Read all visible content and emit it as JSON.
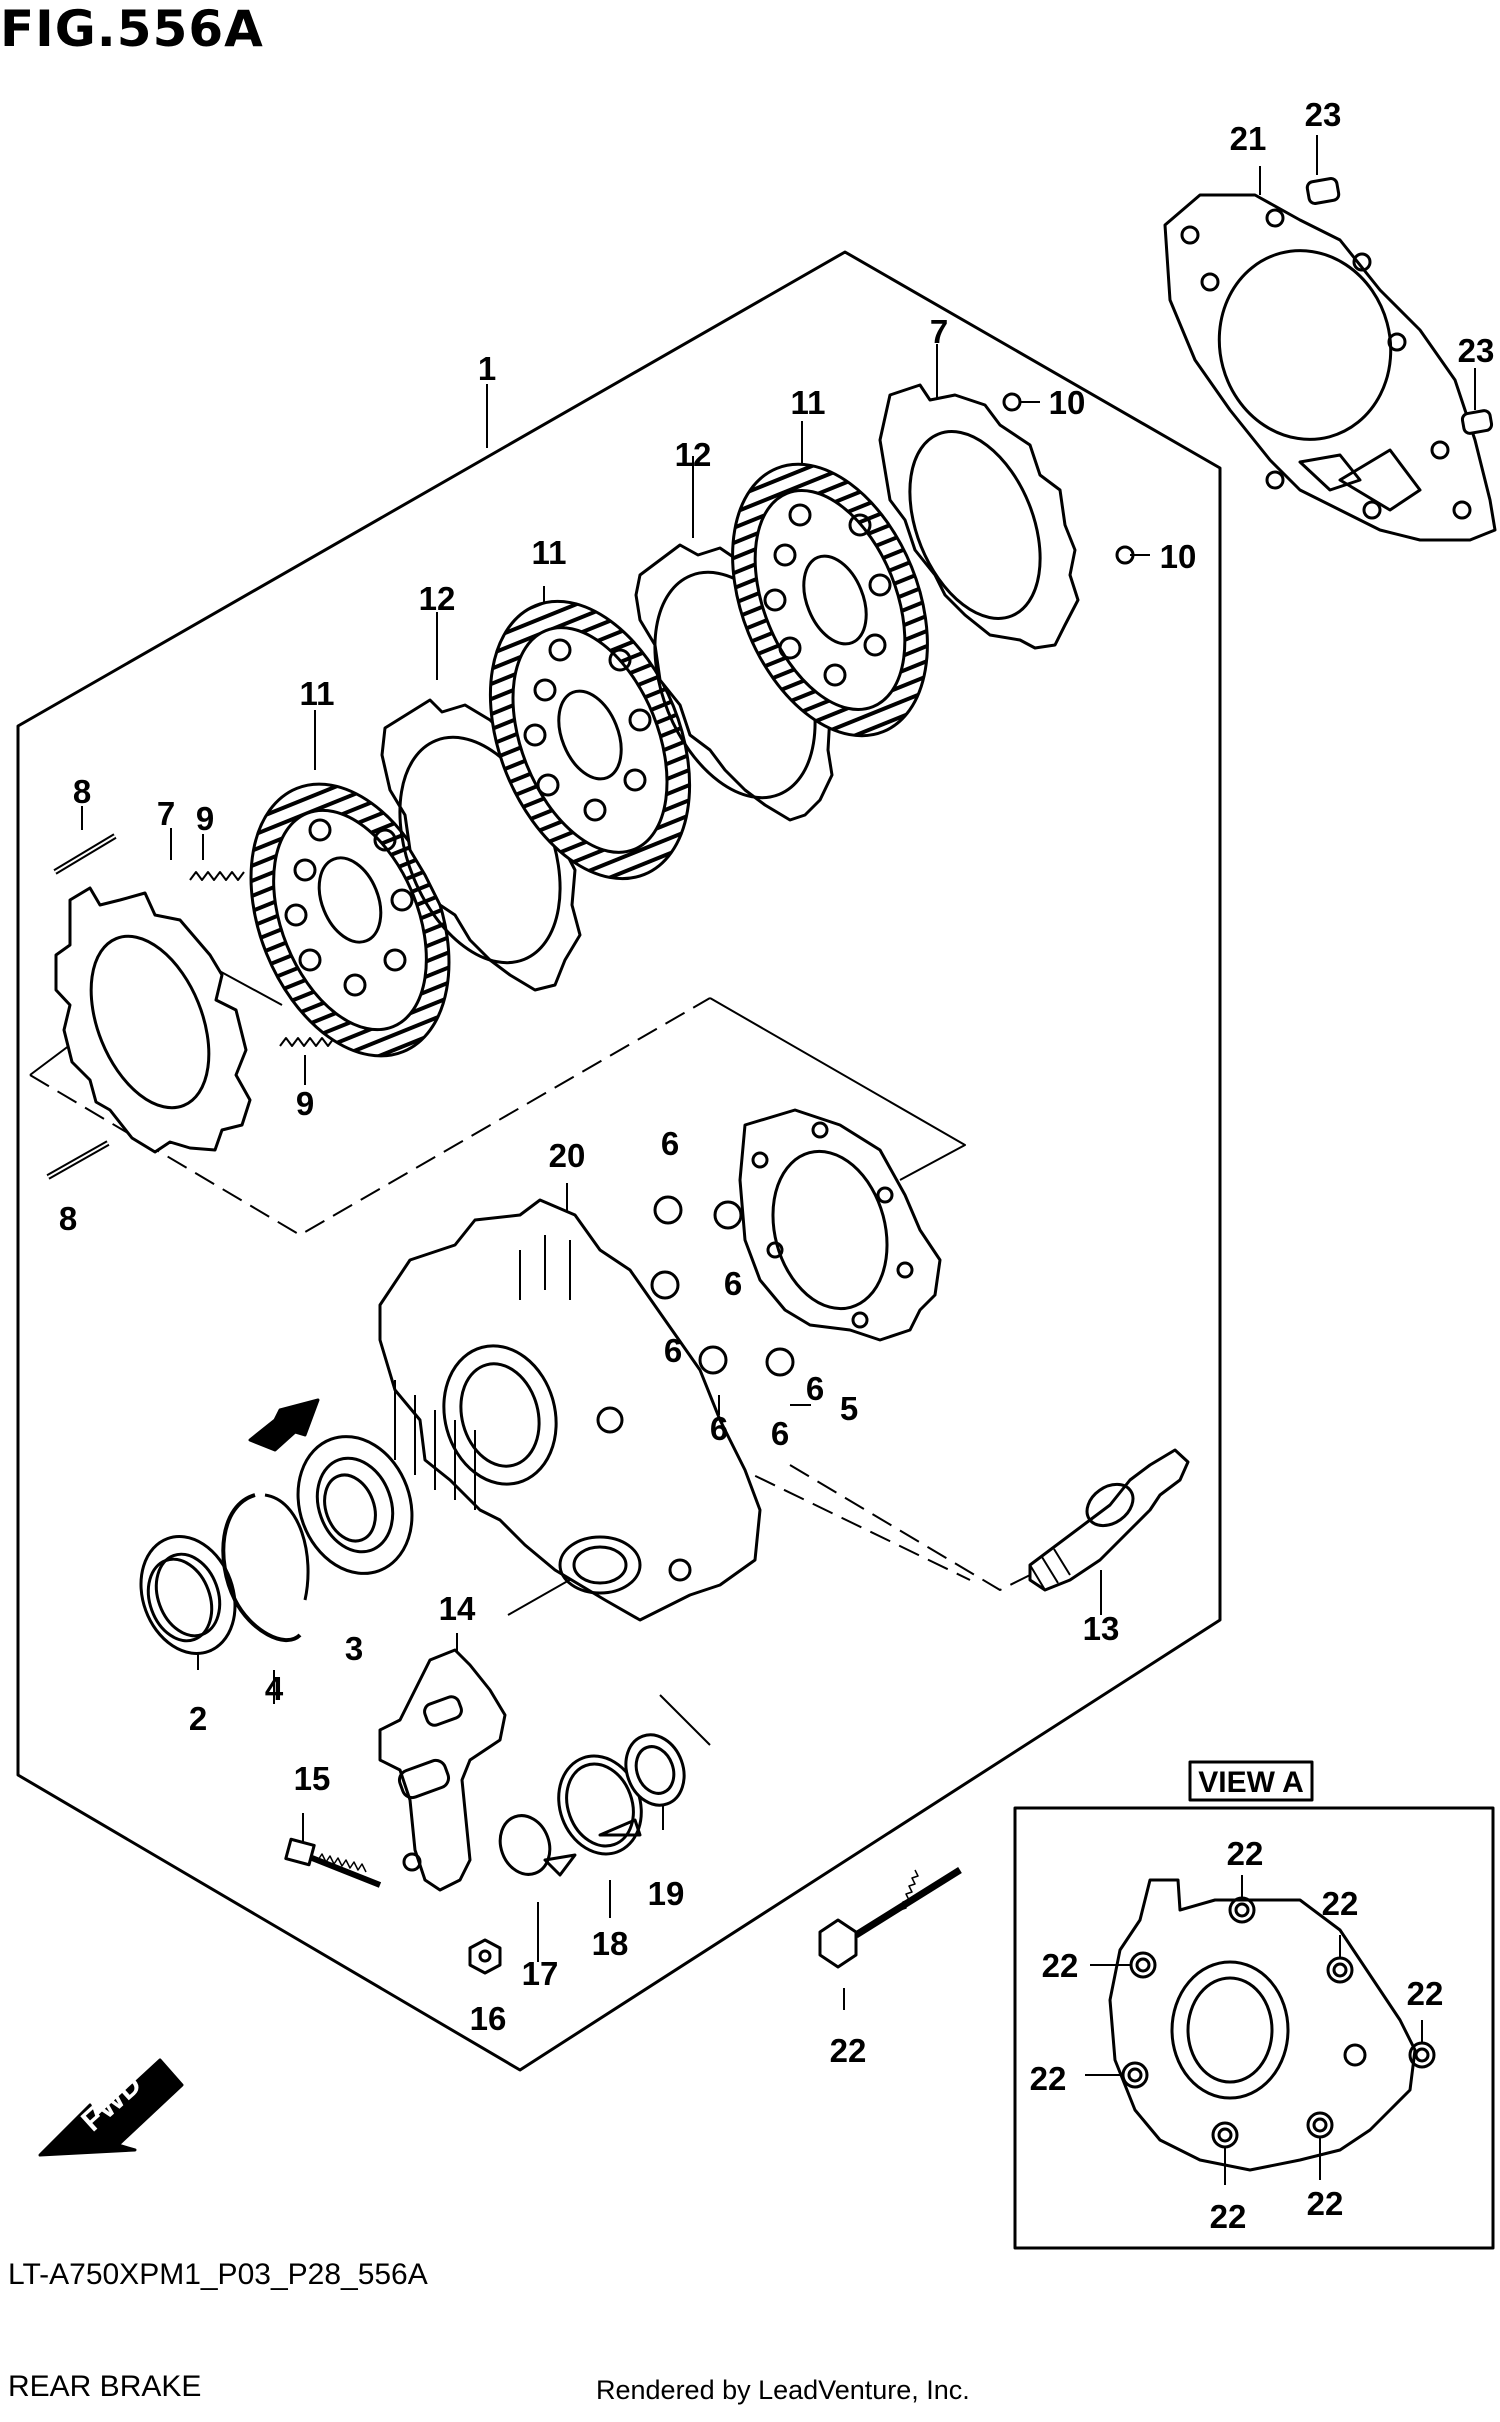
{
  "figure": {
    "title": "FIG.556A",
    "code": "LT-A750XPM1_P03_P28_556A",
    "name": "REAR BRAKE",
    "credit": "Rendered by LeadVenture, Inc.",
    "view_label": "VIEW A",
    "fwd_label": "FWD"
  },
  "callouts": [
    {
      "key": "c1",
      "text": "1"
    },
    {
      "key": "c2",
      "text": "2"
    },
    {
      "key": "c3",
      "text": "3"
    },
    {
      "key": "c4",
      "text": "4"
    },
    {
      "key": "c5",
      "text": "5"
    },
    {
      "key": "c6a",
      "text": "6"
    },
    {
      "key": "c6b",
      "text": "6"
    },
    {
      "key": "c6c",
      "text": "6"
    },
    {
      "key": "c6d",
      "text": "6"
    },
    {
      "key": "c6e",
      "text": "6"
    },
    {
      "key": "c6f",
      "text": "6"
    },
    {
      "key": "c7a",
      "text": "7"
    },
    {
      "key": "c7b",
      "text": "7"
    },
    {
      "key": "c8a",
      "text": "8"
    },
    {
      "key": "c8b",
      "text": "8"
    },
    {
      "key": "c9a",
      "text": "9"
    },
    {
      "key": "c9b",
      "text": "9"
    },
    {
      "key": "c10a",
      "text": "10"
    },
    {
      "key": "c10b",
      "text": "10"
    },
    {
      "key": "c11a",
      "text": "11"
    },
    {
      "key": "c11b",
      "text": "11"
    },
    {
      "key": "c11c",
      "text": "11"
    },
    {
      "key": "c12a",
      "text": "12"
    },
    {
      "key": "c12b",
      "text": "12"
    },
    {
      "key": "c13",
      "text": "13"
    },
    {
      "key": "c14",
      "text": "14"
    },
    {
      "key": "c15",
      "text": "15"
    },
    {
      "key": "c16",
      "text": "16"
    },
    {
      "key": "c17",
      "text": "17"
    },
    {
      "key": "c18",
      "text": "18"
    },
    {
      "key": "c19",
      "text": "19"
    },
    {
      "key": "c20",
      "text": "20"
    },
    {
      "key": "c21",
      "text": "21"
    },
    {
      "key": "c22a",
      "text": "22"
    },
    {
      "key": "c22b",
      "text": "22"
    },
    {
      "key": "c22c",
      "text": "22"
    },
    {
      "key": "c22d",
      "text": "22"
    },
    {
      "key": "c22e",
      "text": "22"
    },
    {
      "key": "c22f",
      "text": "22"
    },
    {
      "key": "c22g",
      "text": "22"
    },
    {
      "key": "c22h",
      "text": "22"
    },
    {
      "key": "c23a",
      "text": "23"
    },
    {
      "key": "c23b",
      "text": "23"
    }
  ]
}
